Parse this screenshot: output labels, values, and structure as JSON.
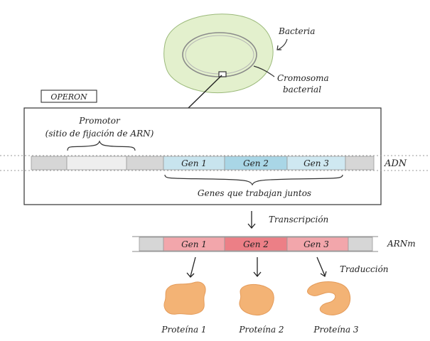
{
  "bacteria": {
    "label": "Bacteria",
    "chromosome_label_line1": "Cromosoma",
    "chromosome_label_line2": "bacterial",
    "cell_fill": "#e3f0cd",
    "cell_stroke": "#9bb97a"
  },
  "operon": {
    "title": "OPERON",
    "promoter_line1": "Promotor",
    "promoter_line2": "(sitio de fijación de ARN)",
    "genes_together": "Genes que trabajan juntos",
    "dna_label": "ADN",
    "genes": [
      "Gen 1",
      "Gen 2",
      "Gen 3"
    ],
    "gene_colors": [
      "#c8e4ee",
      "#a9d6e6",
      "#cfe8f1"
    ]
  },
  "transcription": {
    "label": "Transcripción"
  },
  "mrna": {
    "label": "ARNm",
    "genes": [
      "Gen 1",
      "Gen 2",
      "Gen 3"
    ],
    "gene_colors": [
      "#f2a6ab",
      "#ec7f86",
      "#f2a6ab"
    ]
  },
  "translation": {
    "label": "Traducción"
  },
  "proteins": {
    "labels": [
      "Proteína 1",
      "Proteína 2",
      "Proteína 3"
    ],
    "color": "#f3b375",
    "stroke": "#e49b5a"
  }
}
